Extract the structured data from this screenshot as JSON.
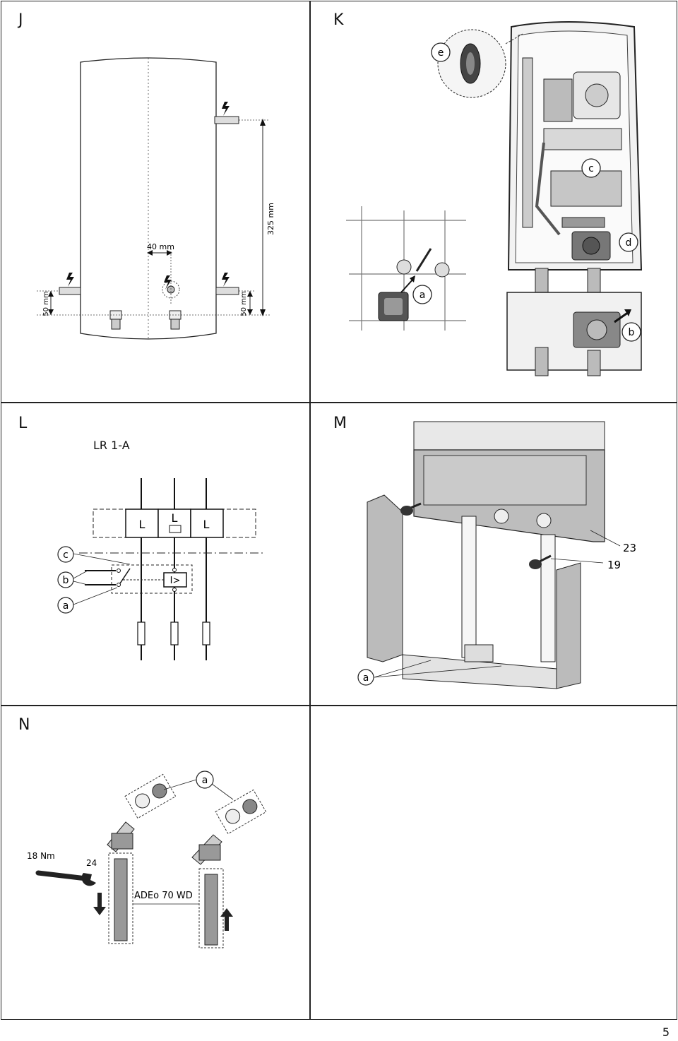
{
  "page": {
    "number": "5"
  },
  "panels": {
    "J": {
      "label": "J",
      "dim_40": "40 mm",
      "dim_325": "325 mm",
      "dim_50_left": "50 mm",
      "dim_50_right": "50 mm"
    },
    "K": {
      "label": "K",
      "callouts": {
        "a": "a",
        "b": "b",
        "c": "c",
        "d": "d",
        "e": "e"
      }
    },
    "L": {
      "label": "L",
      "title": "LR 1-A",
      "fuse_labels": [
        "L",
        "L",
        "L"
      ],
      "relay_symbol": "I>",
      "callouts": {
        "a": "a",
        "b": "b",
        "c": "c"
      }
    },
    "M": {
      "label": "M",
      "part_23": "23",
      "part_19": "19",
      "callout_a": "a"
    },
    "N": {
      "label": "N",
      "torque": "18 Nm",
      "wrench_size": "24",
      "model": "ADEo 70 WD",
      "callout_a": "a"
    }
  },
  "icons": [
    "lightning-icon",
    "arrow-down-icon",
    "arrow-up-icon",
    "wrench-icon"
  ]
}
